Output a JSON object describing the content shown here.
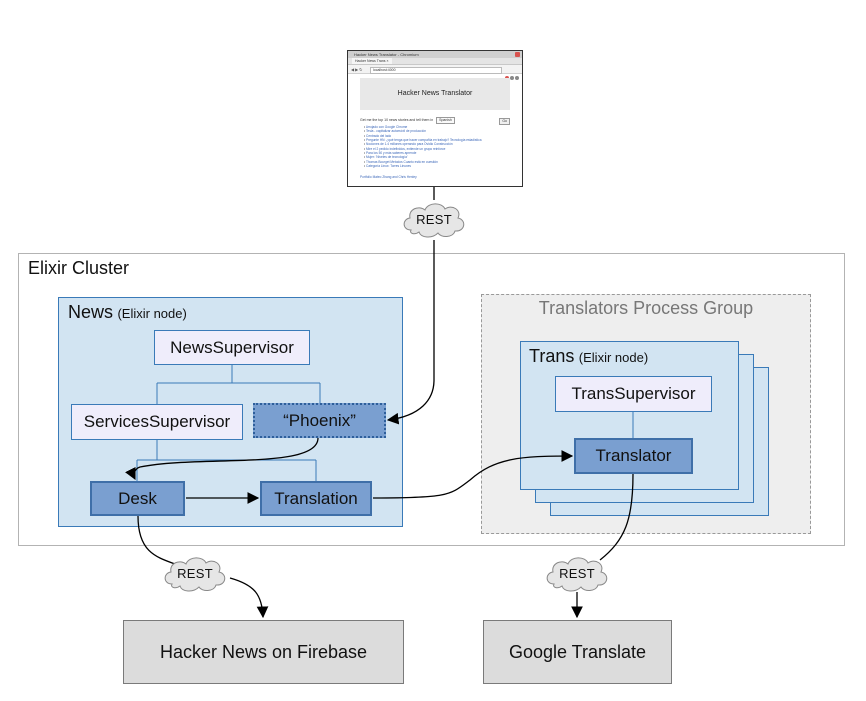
{
  "browser": {
    "window_title": "Hacker News Translator - Chromium",
    "tab_label": "Hacker News Trans ×",
    "url": "localhost:4000",
    "banner": "Hacker News Translator",
    "controls_text": "Get me the top 10 news stories and tell them in",
    "language_option": "Spanish",
    "go_label": "Go",
    "stories": [
      "Arrojado con Google Chrome",
      "Tesla - capitalizar automóvil de producción",
      "Centrado del lado",
      "Pregunte HN: ¿qué tenga que hacer compañía en trabajo? Tecnología estadística",
      "Nociones de 1.4 millones operando para Ovidio Construcción",
      "Mire el 2 pedido indefinidos, extiende un grupo reinforce",
      "Para los 50 y más saberes aprende",
      "Mujer: 'Niveles de tecnología'",
      "Thomas Bourget Metodos Cuanto está en cuestión",
      "Categoría Linux: Torres Linuxes"
    ],
    "footer": "Portfolio Mateo Zhang and Chris Henley"
  },
  "clouds": {
    "top": "REST",
    "bottom_left": "REST",
    "bottom_right": "REST"
  },
  "cluster": {
    "title": "Elixir Cluster"
  },
  "news_node": {
    "title": "News",
    "subtitle": "(Elixir node)",
    "news_supervisor": "NewsSupervisor",
    "services_supervisor": "ServicesSupervisor",
    "phoenix": "“Phoenix”",
    "desk": "Desk",
    "translation": "Translation"
  },
  "translators_group": {
    "title": "Translators Process Group",
    "node_title": "Trans",
    "node_subtitle": "(Elixir node)",
    "trans_supervisor": "TransSupervisor",
    "translator": "Translator"
  },
  "external": {
    "hacker_news": "Hacker News on Firebase",
    "google_translate": "Google Translate"
  },
  "colors": {
    "node_fill": "#d2e4f2",
    "supervisor_fill": "#efedfb",
    "worker_fill": "#7a9fd0",
    "border_blue": "#3a7ab8",
    "group_fill": "#eeeeee",
    "external_fill": "#dcdcdc"
  }
}
